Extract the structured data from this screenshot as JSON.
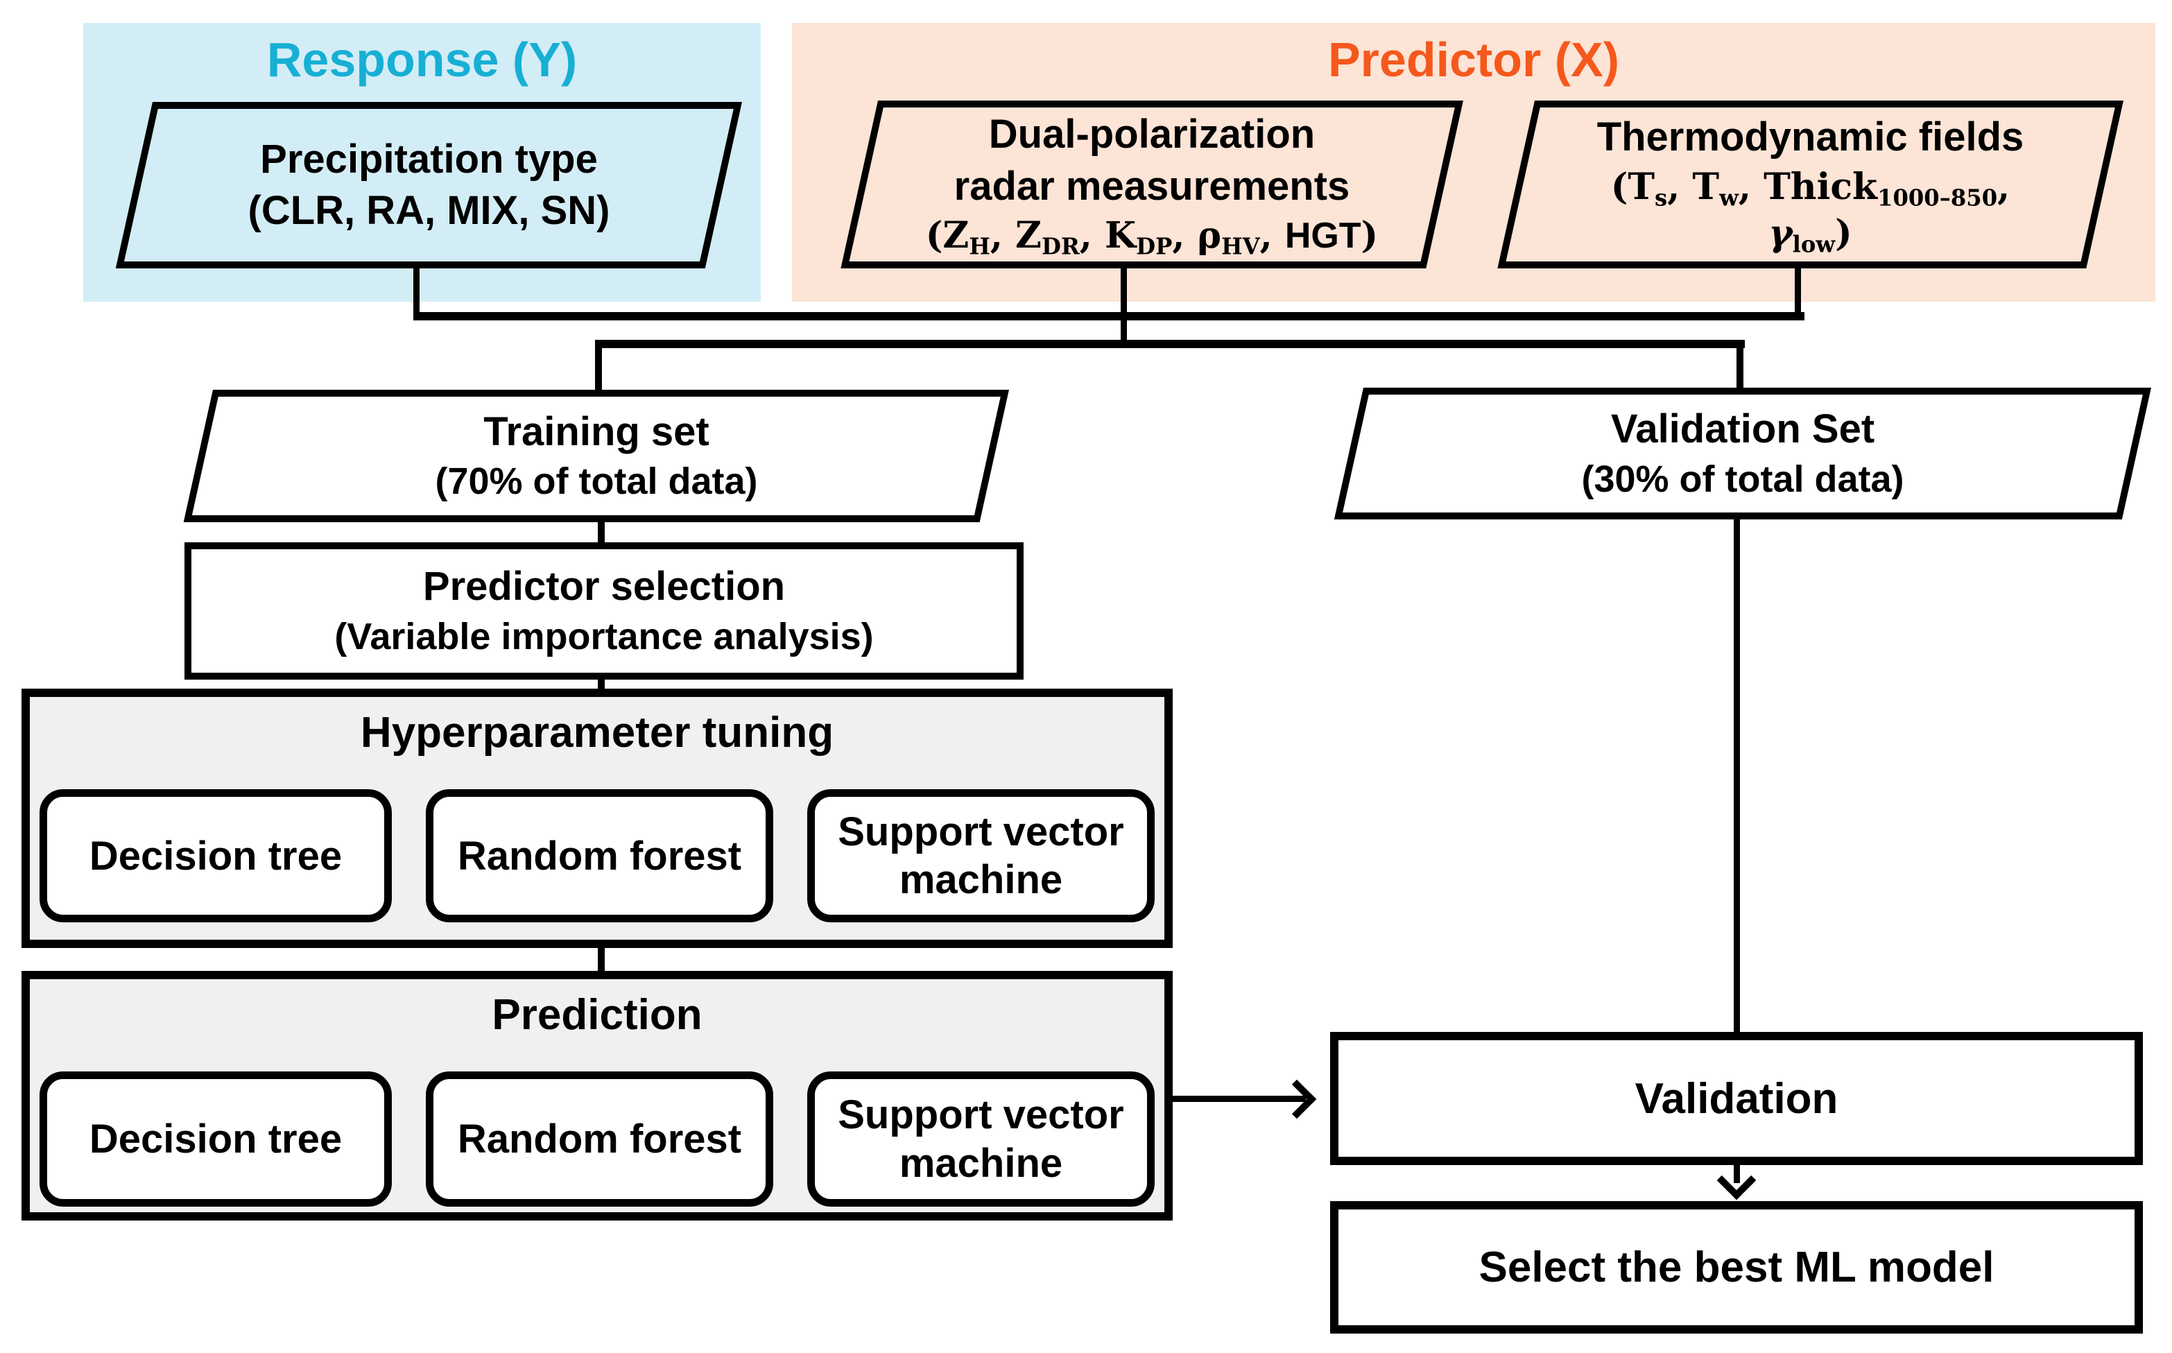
{
  "colors": {
    "response_panel_bg": "#d3edf6",
    "predictor_panel_bg": "#fce4d6",
    "response_title": "#17afd4",
    "predictor_title": "#f5581c",
    "group_box_bg": "#f0f0f0",
    "line_color": "#000000"
  },
  "response_panel": {
    "title": "Response (Y)"
  },
  "predictor_panel": {
    "title": "Predictor (X)"
  },
  "nodes": {
    "precipitation": {
      "line1": "Precipitation type",
      "line2": "(CLR, RA, MIX, SN)"
    },
    "radar": {
      "line1": "Dual-polarization",
      "line2": "radar measurements",
      "formula": [
        {
          "t": "(Z"
        },
        {
          "t": "H",
          "sub": true
        },
        {
          "t": ", Z"
        },
        {
          "t": "DR",
          "sub": true
        },
        {
          "t": ", K"
        },
        {
          "t": "DP",
          "sub": true
        },
        {
          "t": ", ρ"
        },
        {
          "t": "HV",
          "sub": true
        },
        {
          "t": ", "
        },
        {
          "t": "HGT",
          "c": "plain"
        },
        {
          "t": ")"
        }
      ]
    },
    "thermo": {
      "line1": "Thermodynamic fields",
      "formula1": [
        {
          "t": "(T"
        },
        {
          "t": "s",
          "sub": true
        },
        {
          "t": ", T"
        },
        {
          "t": "w",
          "sub": true
        },
        {
          "t": ", Thick"
        },
        {
          "t": "1000–850",
          "sub": true
        },
        {
          "t": ","
        }
      ],
      "formula2": [
        {
          "t": "γ",
          "c": "it"
        },
        {
          "t": "low",
          "sub": true
        },
        {
          "t": ")"
        }
      ]
    },
    "training": {
      "line1": "Training set",
      "line2": "(70% of total data)"
    },
    "validation_set": {
      "line1": "Validation Set",
      "line2": "(30% of total data)"
    },
    "predictor_selection": {
      "line1": "Predictor selection",
      "line2": "(Variable importance analysis)"
    },
    "hyperparameter": {
      "title": "Hyperparameter tuning",
      "models": [
        "Decision tree",
        "Random forest",
        "Support vector machine"
      ]
    },
    "prediction": {
      "title": "Prediction",
      "models": [
        "Decision tree",
        "Random forest",
        "Support vector machine"
      ]
    },
    "validation": {
      "label": "Validation"
    },
    "select": {
      "label": "Select the best ML model"
    }
  }
}
